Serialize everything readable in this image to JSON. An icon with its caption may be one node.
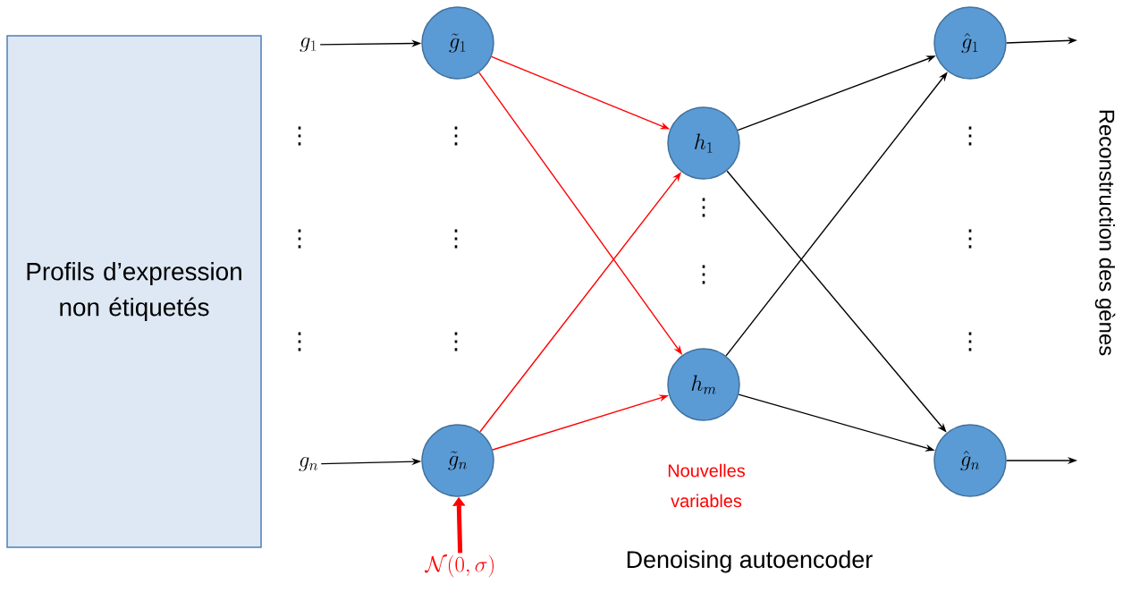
{
  "diagram": {
    "nodes": [
      {
        "text": [
          "Profils d’expression non étiquetés"
        ]
      },
      {
        "text": [
          "g_1"
        ]
      },
      {
        "text": [
          "\\tilde{g}_1"
        ]
      },
      {
        "text": [
          "g_n"
        ]
      },
      {
        "text": [
          "\\tilde{g}_n"
        ]
      },
      {
        "text": [
          "h_1"
        ]
      },
      {
        "text": [
          "h_m"
        ]
      },
      {
        "text": [
          "\\hat{g}_1"
        ]
      },
      {
        "text": [
          "\\hat{g}_n"
        ]
      },
      {
        "text": [
          "\\mathcal{N}(0,\\sigma)"
        ]
      }
    ],
    "edges": [
      {
        "from": 1,
        "to": 2,
        "arrow": "to"
      },
      {
        "from": 3,
        "to": 4,
        "arrow": "to"
      },
      {
        "from": 9,
        "to": 4,
        "arrow": "to",
        "style": "thick",
        "color": "#ff0000"
      },
      {
        "from": 2,
        "to": 5,
        "arrow": "to",
        "color": "#ff0000"
      },
      {
        "from": 2,
        "to": 6,
        "arrow": "to",
        "color": "#ff0000"
      },
      {
        "from": 4,
        "to": 5,
        "arrow": "to",
        "color": "#ff0000"
      },
      {
        "from": 4,
        "to": 6,
        "arrow": "to",
        "color": "#ff0000"
      },
      {
        "from": 5,
        "to": 7,
        "arrow": "to"
      },
      {
        "from": 5,
        "to": 8,
        "arrow": "to"
      },
      {
        "from": 6,
        "to": 7,
        "arrow": "to"
      },
      {
        "from": 6,
        "to": 8,
        "arrow": "to"
      },
      {
        "from": 7,
        "to": null,
        "arrow": "to"
      },
      {
        "from": 8,
        "to": null,
        "arrow": "to"
      }
    ],
    "labels": [
      "⋮",
      "⋮",
      "⋮",
      "⋮",
      "⋮",
      "⋮",
      "⋮",
      "⋮",
      "⋮",
      "⋮",
      "⋮",
      "Reconstruction des gènes",
      "Nouvelles variables",
      "Denoising autoencoder"
    ]
  }
}
